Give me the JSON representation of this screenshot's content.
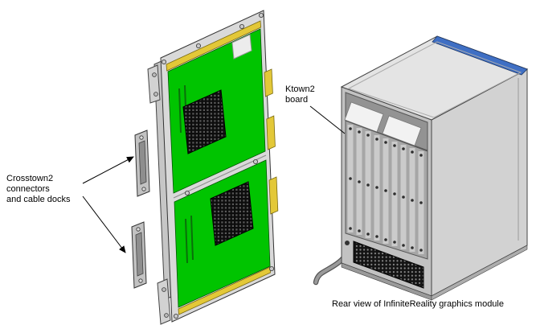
{
  "figure": {
    "labels": {
      "crosstown2_connectors": "Crosstown2\nconnectors\nand cable docks",
      "ktown2_board": "Ktown2\nboard",
      "caption": "Rear view of InfiniteReality graphics module"
    },
    "colors": {
      "pcb_green": "#00c400",
      "connector_yellow": "#e3c838",
      "trim_blue": "#3f6fc4",
      "chassis_gray": "#c2c2c2"
    }
  }
}
